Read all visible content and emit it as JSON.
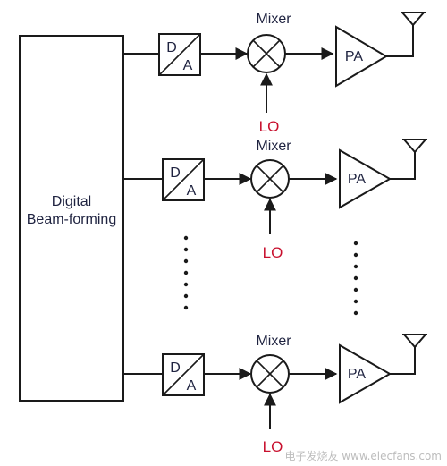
{
  "dsp_block": {
    "line1": "Digital",
    "line2": "Beam-forming"
  },
  "chains": [
    {
      "dac_top": "D",
      "dac_bottom": "A",
      "mixer_label": "Mixer",
      "lo_label": "LO",
      "pa_label": "PA"
    },
    {
      "dac_top": "D",
      "dac_bottom": "A",
      "mixer_label": "Mixer",
      "lo_label": "LO",
      "pa_label": "PA"
    },
    {
      "dac_top": "D",
      "dac_bottom": "A",
      "mixer_label": "Mixer",
      "lo_label": "LO",
      "pa_label": "PA"
    }
  ],
  "watermark": "电子发烧友 www.elecfans.com",
  "colors": {
    "line": "#1a1a1a",
    "text": "#1f2340",
    "lo": "#c8102e"
  }
}
